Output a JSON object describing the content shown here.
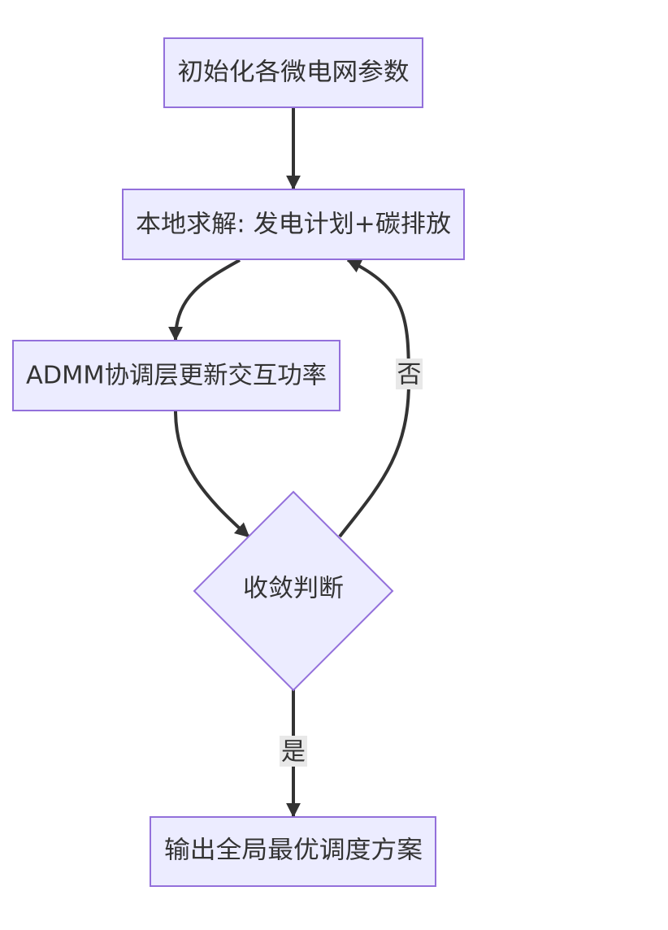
{
  "colors": {
    "node_fill": "#ECECFF",
    "node_stroke": "#9370DB",
    "edge": "#333333",
    "text": "#333333",
    "edge_label_bg": "#E8E8E8"
  },
  "nodes": {
    "init": "初始化各微电网参数",
    "local": "本地求解: 发电计划+碳排放",
    "admm": "ADMM协调层更新交互功率",
    "check": "收敛判断",
    "output": "输出全局最优调度方案"
  },
  "edges": {
    "no_label": "否",
    "yes_label": "是"
  }
}
